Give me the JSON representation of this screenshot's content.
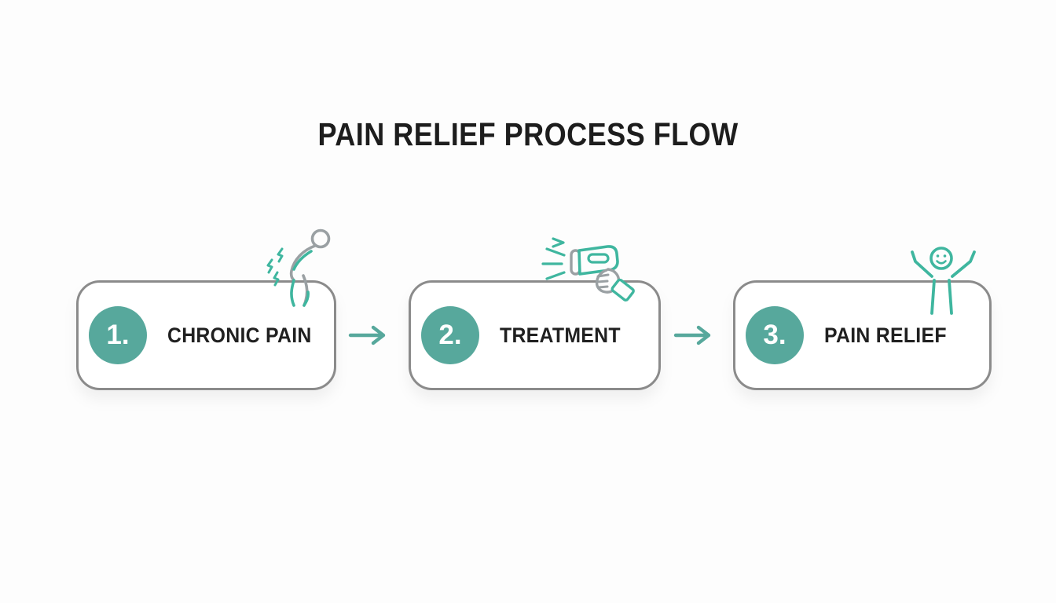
{
  "title": "PAIN RELIEF PROCESS FLOW",
  "steps": [
    {
      "number": "1.",
      "label": "CHRONIC PAIN",
      "icon": "back-pain-person-icon"
    },
    {
      "number": "2.",
      "label": "TREATMENT",
      "icon": "treatment-device-hand-icon"
    },
    {
      "number": "3.",
      "label": "PAIN RELIEF",
      "icon": "happy-person-icon"
    }
  ],
  "arrow_icon": "right-arrow-icon",
  "colors": {
    "accent_teal": "#57a89c",
    "icon_teal": "#3fb69f",
    "icon_gray": "#9aa0a3",
    "box_border_gray": "#8b8b8b",
    "title_color": "#1d1d1d",
    "label_color": "#202020"
  }
}
